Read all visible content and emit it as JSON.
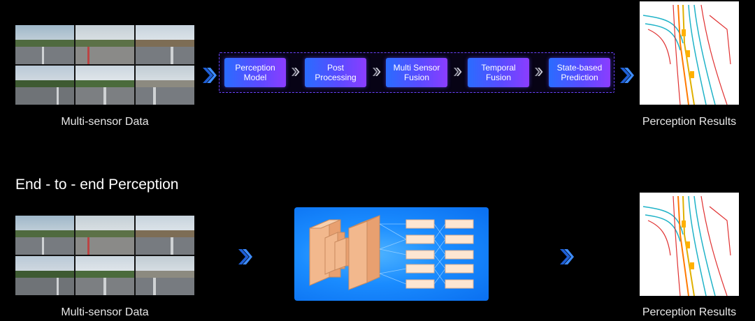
{
  "colors": {
    "background": "#000000",
    "stage_gradient_start": "#2a6cff",
    "stage_gradient_end": "#8b3dff",
    "pipeline_border": "#6a43ff",
    "arrow": "#2f7dff",
    "nn_panel": "#1a8cff",
    "nn_block": "#f2b88d"
  },
  "top": {
    "input_caption": "Multi-sensor Data",
    "output_caption": "Perception Results",
    "stages": [
      {
        "label_line1": "Perception",
        "label_line2": "Model"
      },
      {
        "label_line1": "Post",
        "label_line2": "Processing"
      },
      {
        "label_line1": "Multi Sensor",
        "label_line2": "Fusion"
      },
      {
        "label_line1": "Temporal",
        "label_line2": "Fusion"
      },
      {
        "label_line1": "State-based",
        "label_line2": "Prediction"
      }
    ]
  },
  "bottom": {
    "title": "End - to - end Perception",
    "input_caption": "Multi-sensor Data",
    "output_caption": "Perception Results"
  }
}
